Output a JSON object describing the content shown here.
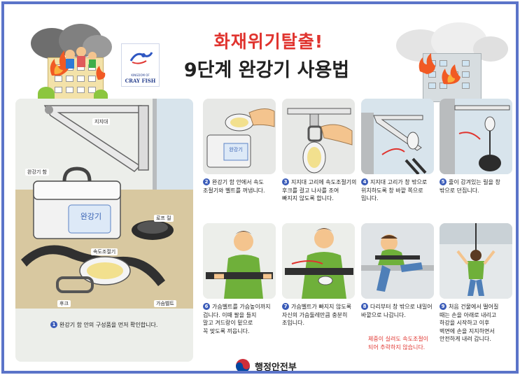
{
  "header": {
    "title_red": "화재위기탈출!",
    "title_main": "9단계 완강기 사용법"
  },
  "logo": {
    "small_text": "KINGDOM OF",
    "brand": "CRAY FISH"
  },
  "panel1": {
    "labels": {
      "support": "지지대",
      "case": "완강기 함",
      "rope_reel": "로프 릴",
      "speed_regulator": "속도조절기",
      "hook": "후크",
      "chest_belt": "가슴벨트",
      "box_label": "완강기"
    },
    "step_num": "1",
    "caption": "완강기 함 안의 구성품을 먼저 확인합니다."
  },
  "steps": [
    {
      "num": "2",
      "lines": [
        "완강기 함 안에서 속도",
        "조절기와 벨트를 꺼냅니다."
      ],
      "box_label": "완강기"
    },
    {
      "num": "3",
      "lines": [
        "지지대 고리에 속도조절기의",
        "후크를 걸고 나사를 조여",
        "빠지지 않도록 합니다."
      ]
    },
    {
      "num": "4",
      "lines": [
        "지지대 고리가 창 밖으로",
        "위치하도록 창 바깥 쪽으로",
        "밉니다."
      ]
    },
    {
      "num": "5",
      "lines": [
        "줄이 감겨있는 릴을 창",
        "밖으로 던집니다."
      ]
    },
    {
      "num": "6",
      "lines": [
        "가슴벨트를 가슴높이까지",
        "겁니다. 이때 팔을 들지",
        "말고 겨드랑이 밑으로",
        "꼭 맞도록 끼웁니다."
      ]
    },
    {
      "num": "7",
      "lines": [
        "가슴벨트가 빠지지 않도록",
        "자신의 가슴둘레만큼 충분히",
        "조입니다."
      ]
    },
    {
      "num": "8",
      "lines": [
        "다리부터 창 밖으로 내밀어",
        "바깥으로 나갑니다."
      ],
      "warning": [
        "체중이 실려도 속도조절이",
        "되어 추락하지 않습니다."
      ]
    },
    {
      "num": "9",
      "lines": [
        "처음 건물에서 떨어질",
        "때는 손을 아래로 내리고",
        "하강을 시작하고 이후",
        "벽면에 손을 지지하면서",
        "안전하게 내려 갑니다."
      ]
    }
  ],
  "footer": {
    "ministry": "행정안전부"
  },
  "colors": {
    "frame": "#5b74c9",
    "title_red": "#e0342f",
    "step_badge": "#3a5bb8",
    "shirt_green": "#6fb03a",
    "panel_bg": "#e7e8e6"
  }
}
